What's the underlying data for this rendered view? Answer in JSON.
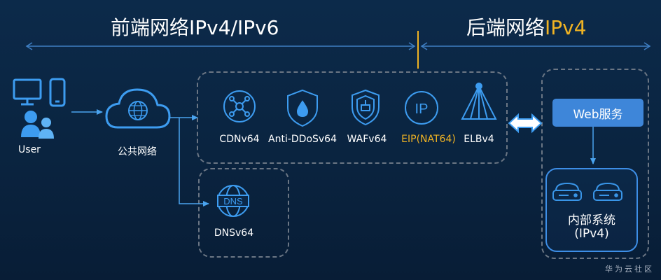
{
  "header": {
    "frontend_title": "前端网络IPv4/IPv6",
    "backend_title_prefix": "后端网络",
    "backend_title_highlight": "IPv4"
  },
  "client": {
    "user_label": "User"
  },
  "internet": {
    "label": "公共网络"
  },
  "services": [
    {
      "label": "CDNv64",
      "icon": "cdn-hub-icon"
    },
    {
      "label": "Anti-DDoSv64",
      "icon": "shield-drop-icon"
    },
    {
      "label": "WAFv64",
      "icon": "waf-shield-icon"
    },
    {
      "label": "EIP(NAT64)",
      "icon": "ip-circle-icon",
      "highlight": true
    },
    {
      "label": "ELBv4",
      "icon": "load-balancer-icon"
    }
  ],
  "dns": {
    "label": "DNSv64",
    "icon_text": "DNS"
  },
  "backend": {
    "web_service_label": "Web服务",
    "internal_system_line1": "内部系统",
    "internal_system_line2": "(IPv4)"
  },
  "watermark": "华为云社区",
  "colors": {
    "background": "#0c2a4a",
    "accent_blue": "#3e86d9",
    "highlight_yellow": "#f0b323",
    "dashed_border": "#6b7684"
  }
}
